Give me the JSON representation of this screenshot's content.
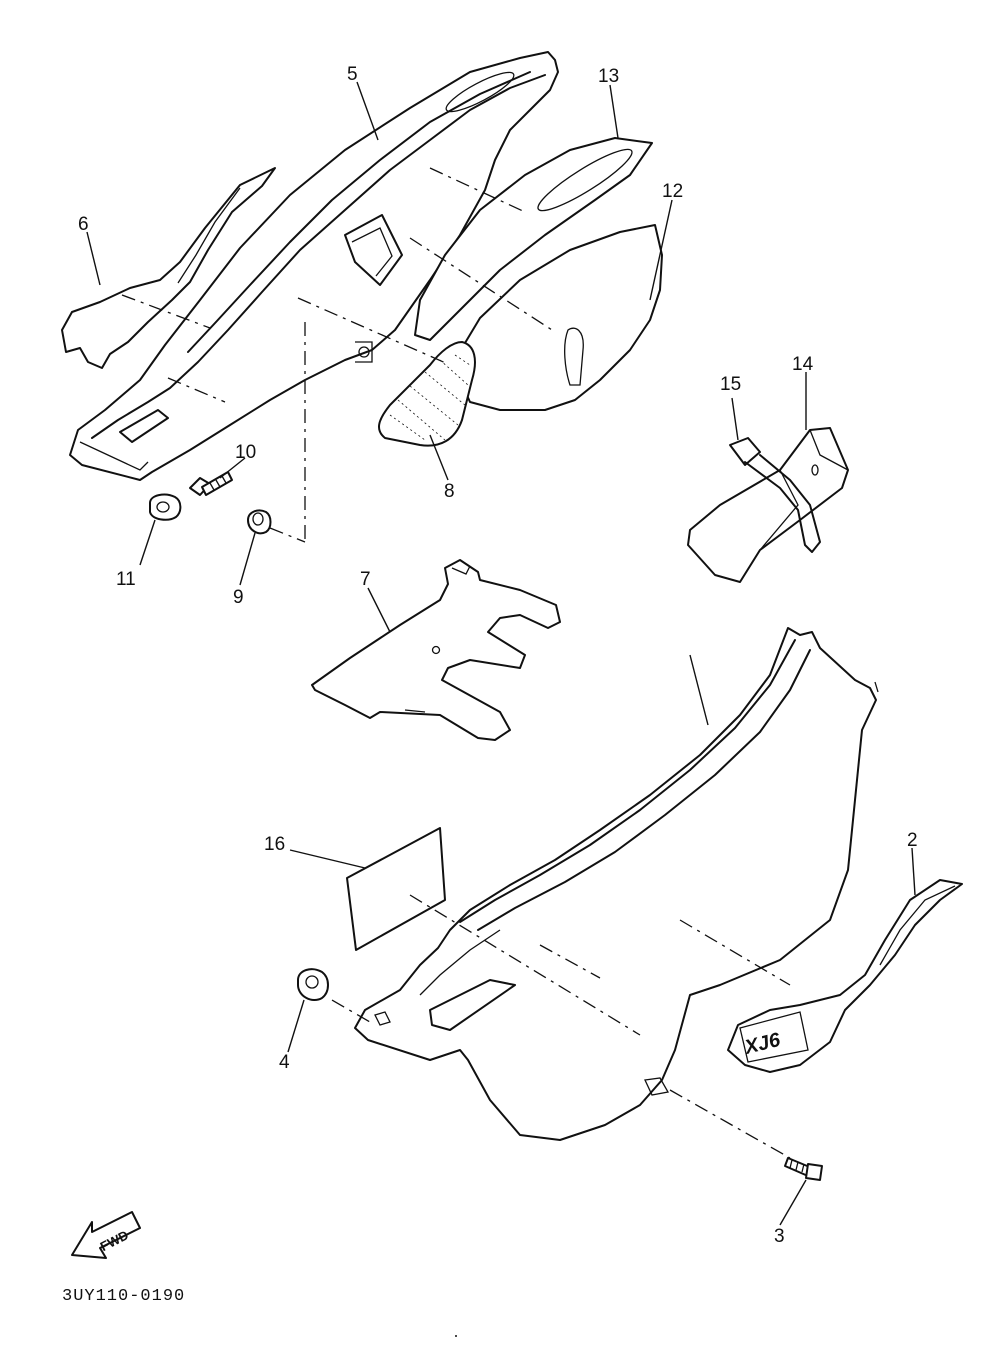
{
  "diagram": {
    "callouts": {
      "p2": "2",
      "p3": "3",
      "p4": "4",
      "p5": "5",
      "p6": "6",
      "p7": "7",
      "p8": "8",
      "p9": "9",
      "p10": "10",
      "p11": "11",
      "p12": "12",
      "p13": "13",
      "p14": "14",
      "p15": "15",
      "p16": "16"
    },
    "fwd_label": "FWD",
    "emblem_label": "XJ6",
    "drawing_code": "3UY110-0190"
  }
}
